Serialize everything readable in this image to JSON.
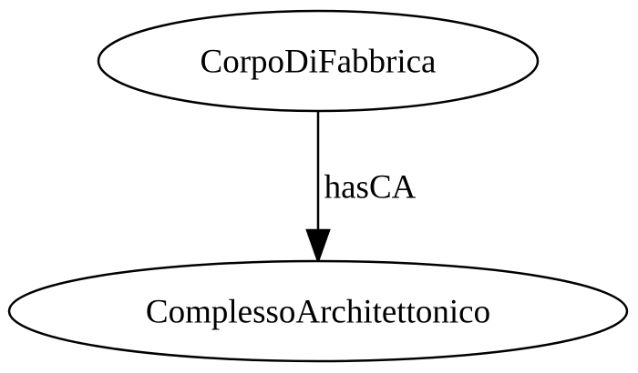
{
  "diagram": {
    "nodes": [
      {
        "id": "corpo",
        "label": "CorpoDiFabbrica"
      },
      {
        "id": "complesso",
        "label": "ComplessoArchitettonico"
      }
    ],
    "edges": [
      {
        "from": "corpo",
        "to": "complesso",
        "label": "hasCA"
      }
    ],
    "colors": {
      "stroke": "#000000",
      "fill": "#ffffff",
      "text": "#000000"
    }
  }
}
